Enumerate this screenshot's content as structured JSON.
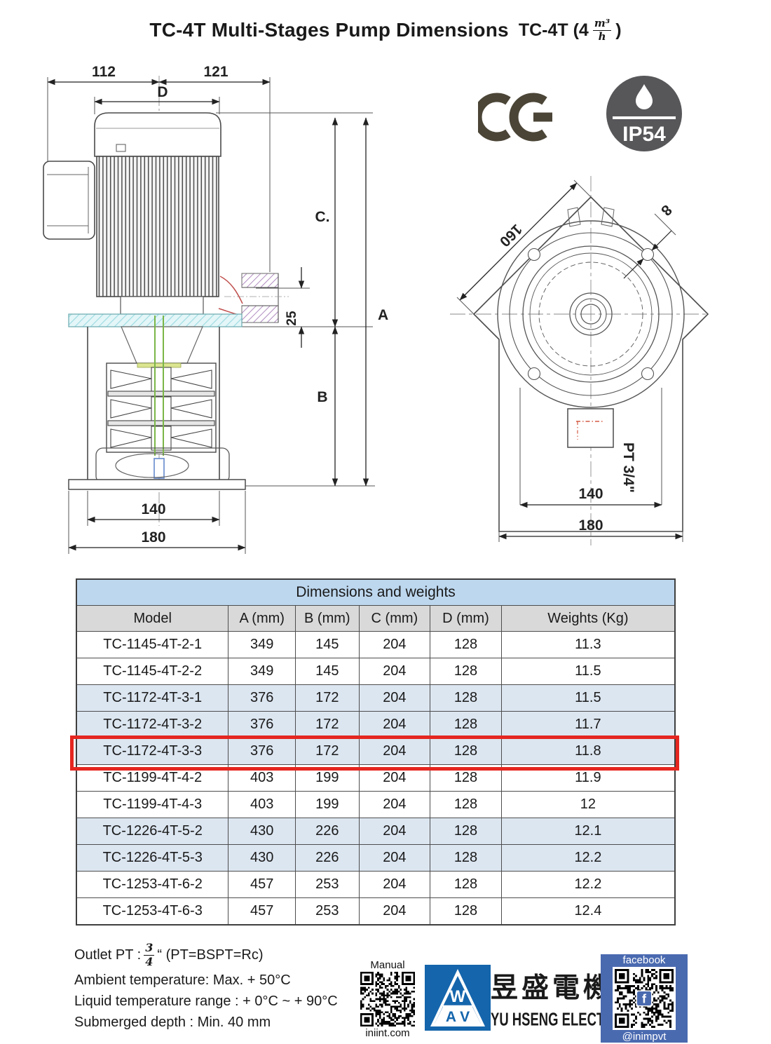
{
  "title": {
    "main": "TC-4T Multi-Stages Pump Dimensions",
    "spec_prefix": "TC-4T (4",
    "spec_frac_num": "m³",
    "spec_frac_den": "h",
    "spec_suffix": ")"
  },
  "badges": {
    "ip_label": "IP54"
  },
  "drawing_front": {
    "dim_112": "112",
    "dim_121": "121",
    "dim_D": "D",
    "dim_C": "C.",
    "dim_A": "A",
    "dim_25": "25",
    "dim_B": "B",
    "dim_140": "140",
    "dim_180": "180"
  },
  "drawing_top": {
    "dim_160": "160",
    "dim_8": "8",
    "port_label": "PT 3/4\"",
    "dim_140": "140",
    "dim_180": "180"
  },
  "table": {
    "title": "Dimensions and weights",
    "columns": [
      "Model",
      "A (mm)",
      "B (mm)",
      "C (mm)",
      "D (mm)",
      "Weights (Kg)"
    ],
    "rows": [
      {
        "model": "TC-1145-4T-2-1",
        "a": "349",
        "b": "145",
        "c": "204",
        "d": "128",
        "weight": "11.3",
        "shaded": false,
        "highlighted": false
      },
      {
        "model": "TC-1145-4T-2-2",
        "a": "349",
        "b": "145",
        "c": "204",
        "d": "128",
        "weight": "11.5",
        "shaded": false,
        "highlighted": false
      },
      {
        "model": "TC-1172-4T-3-1",
        "a": "376",
        "b": "172",
        "c": "204",
        "d": "128",
        "weight": "11.5",
        "shaded": true,
        "highlighted": false
      },
      {
        "model": "TC-1172-4T-3-2",
        "a": "376",
        "b": "172",
        "c": "204",
        "d": "128",
        "weight": "11.7",
        "shaded": true,
        "highlighted": false
      },
      {
        "model": "TC-1172-4T-3-3",
        "a": "376",
        "b": "172",
        "c": "204",
        "d": "128",
        "weight": "11.8",
        "shaded": true,
        "highlighted": true
      },
      {
        "model": "TC-1199-4T-4-2",
        "a": "403",
        "b": "199",
        "c": "204",
        "d": "128",
        "weight": "11.9",
        "shaded": false,
        "highlighted": false
      },
      {
        "model": "TC-1199-4T-4-3",
        "a": "403",
        "b": "199",
        "c": "204",
        "d": "128",
        "weight": "12",
        "shaded": false,
        "highlighted": false
      },
      {
        "model": "TC-1226-4T-5-2",
        "a": "430",
        "b": "226",
        "c": "204",
        "d": "128",
        "weight": "12.1",
        "shaded": true,
        "highlighted": false
      },
      {
        "model": "TC-1226-4T-5-3",
        "a": "430",
        "b": "226",
        "c": "204",
        "d": "128",
        "weight": "12.2",
        "shaded": true,
        "highlighted": false
      },
      {
        "model": "TC-1253-4T-6-2",
        "a": "457",
        "b": "253",
        "c": "204",
        "d": "128",
        "weight": "12.2",
        "shaded": false,
        "highlighted": false
      },
      {
        "model": "TC-1253-4T-6-3",
        "a": "457",
        "b": "253",
        "c": "204",
        "d": "128",
        "weight": "12.4",
        "shaded": false,
        "highlighted": false
      }
    ]
  },
  "notes": {
    "outlet_prefix": "Outlet PT :",
    "outlet_frac_num": "3",
    "outlet_frac_den": "4",
    "outlet_suffix": "“ (PT=BSPT=Rc)",
    "ambient": "Ambient temperature: Max. + 50°C",
    "liquid": "Liquid temperature range : + 0°C ~ + 90°C",
    "submerged": "Submerged depth : Min. 40 mm"
  },
  "footer": {
    "manual_label": "Manual",
    "manual_site": "iniint.com",
    "logo_w": "W",
    "logo_av": "A V",
    "company_cjk": "昱盛電機",
    "company_en": "YU HSENG ELECTRIC",
    "facebook_label": "facebook",
    "facebook_handle": "@inimpvt"
  },
  "colors": {
    "table_title_bg": "#bdd7ee",
    "table_header_bg": "#d9d9d9",
    "row_shaded_bg": "#dce6f1",
    "highlight_red": "#e52620",
    "facebook_blue": "#4a6ab0",
    "logo_blue": "#1465ac",
    "badge_gray": "#57575a",
    "ce_olive": "#4b4537",
    "hatch_cyan": "#9fdce2",
    "hatch_purple": "#a277b5",
    "volute_red": "#c0504d",
    "shaft_green": "#7ab648"
  }
}
